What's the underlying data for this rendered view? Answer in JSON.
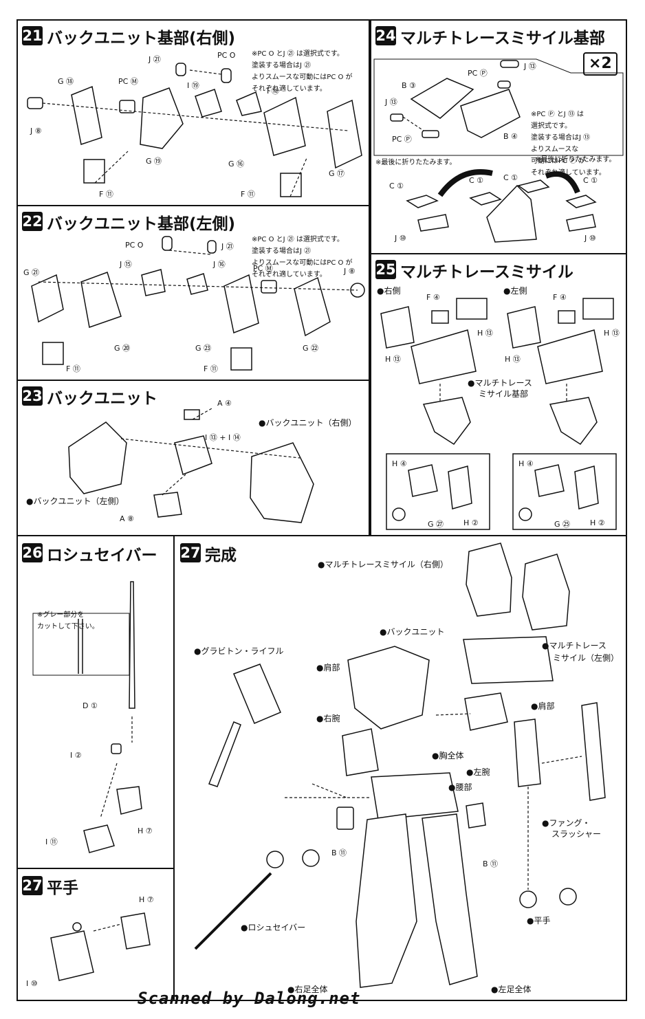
{
  "steps": [
    {
      "num": "21",
      "title": "バックユニット基部(右側)",
      "note": [
        "※PC Ο とJ ㉑ は選択式です。",
        "塗装する場合はJ ㉑",
        "よりスムースな可動にはPC Ο が",
        "それぞれ適しています。"
      ],
      "labels": [
        "J ㉑",
        "PC Ο",
        "G ⑱",
        "PC Ⓜ",
        "I ⑲",
        "I ⑱",
        "J ⑧",
        "G ⑲",
        "F ⑪",
        "G ⑯",
        "F ⑪",
        "G ⑰"
      ]
    },
    {
      "num": "22",
      "title": "バックユニット基部(左側)",
      "note": [
        "※PC Ο とJ ㉑ は選択式です。",
        "塗装する場合はJ ㉑",
        "よりスムースな可動にはPC Ο が",
        "それぞれ適しています。"
      ],
      "labels": [
        "PC Ο",
        "J ㉑",
        "G ㉑",
        "J ⑮",
        "J ⑯",
        "PC Ⓜ",
        "J ⑧",
        "G ⑳",
        "G ㉓",
        "G ㉒",
        "F ⑪",
        "F ⑪"
      ]
    },
    {
      "num": "23",
      "title": "バックユニット",
      "labels": [
        "A ④",
        "I ⑬ + I ⑭",
        "A ⑧"
      ],
      "bullets": [
        "●バックユニット（右側）",
        "●バックユニット（左側）"
      ]
    },
    {
      "num": "24",
      "title": "マルチトレースミサイル基部",
      "multiplier": "×2",
      "note": [
        "※PC Ⓟ とJ ⑬ は",
        "選択式です。",
        "塗装する場合はJ ⑬",
        "よりスムースな",
        "可動にはPC Ⓟ が",
        "それぞれ適しています。"
      ],
      "fold_note": "※最後に折りたたみます。",
      "labels": [
        "PC Ⓟ",
        "J ⑬",
        "B ③",
        "J ⑬",
        "PC Ⓟ",
        "B ④",
        "C ①",
        "C ①",
        "C ①",
        "C ①",
        "J ⑩",
        "J ⑩"
      ]
    },
    {
      "num": "25",
      "title": "マルチトレースミサイル",
      "sides": [
        "●右側",
        "●左側"
      ],
      "labels": [
        "F ④",
        "H ⑬",
        "H ⑬",
        "F ④",
        "H ⑬",
        "H ⑬",
        "H ④",
        "G ㉗",
        "H ②",
        "H ④",
        "G ㉕",
        "H ②"
      ],
      "bullets": [
        "●マルチトレース",
        "ミサイル基部"
      ]
    },
    {
      "num": "26",
      "title": "ロシュセイバー",
      "note": [
        "※グレー部分を",
        "カットして下さい。"
      ],
      "labels": [
        "D ①",
        "I ②",
        "H ⑦",
        "I ⑪"
      ]
    },
    {
      "num": "27",
      "title": "平手",
      "labels": [
        "H ⑦",
        "I ⑩"
      ]
    },
    {
      "num": "27",
      "title": "完成",
      "bullets": [
        "●マルチトレースミサイル（右側）",
        "●バックユニット",
        "●マルチトレース",
        "ミサイル（左側）",
        "●グラビトン・ライフル",
        "●肩部",
        "●右腕",
        "●肩部",
        "●胸全体",
        "●左腕",
        "●腰部",
        "●ファング・",
        "スラッシャー",
        "●ロシュセイバー",
        "●平手",
        "●右足全体",
        "●左足全体"
      ],
      "labels": [
        "B ⑪",
        "B ⑪"
      ]
    }
  ],
  "footer": "Scanned by Dalong.net"
}
